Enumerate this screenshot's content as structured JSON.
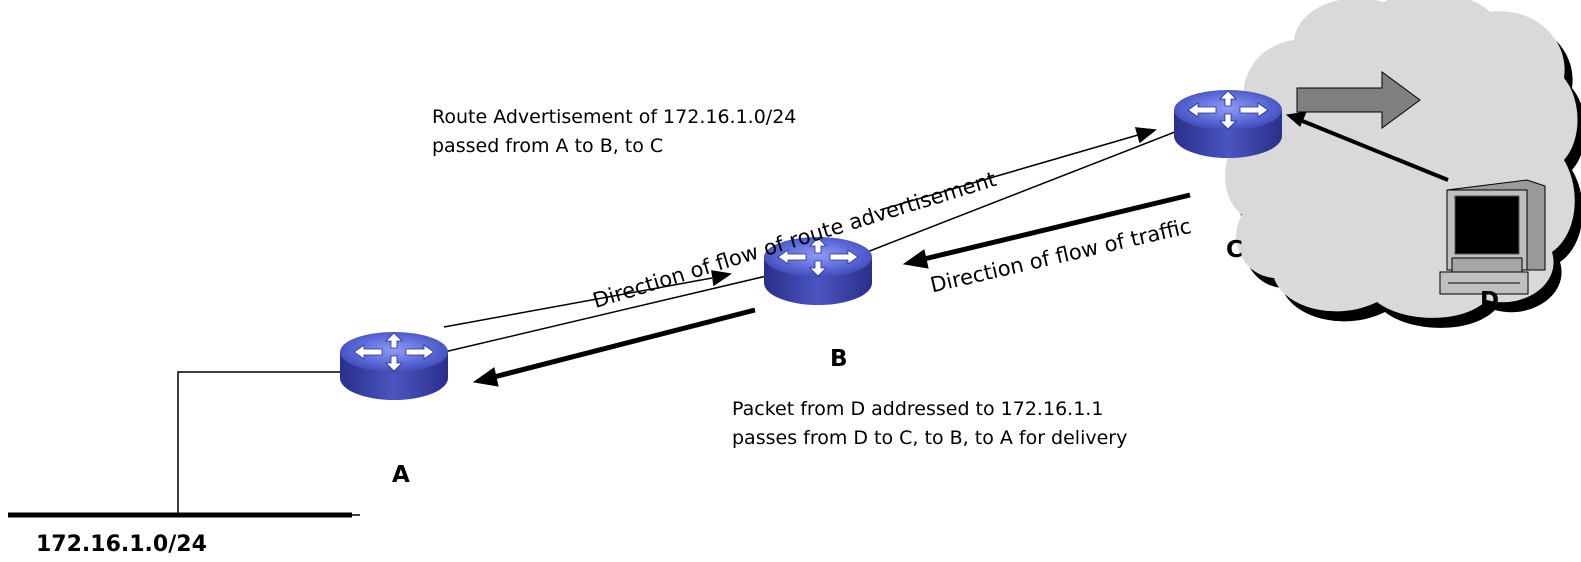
{
  "nodes": {
    "a": "A",
    "b": "B",
    "c": "C",
    "d": "D"
  },
  "network": {
    "prefix": "172.16.1.0/24"
  },
  "labels": {
    "advert_line1": "Route Advertisement of 172.16.1.0/24",
    "advert_line2": "passed from A to B, to C",
    "packet_line1": "Packet from D addressed to 172.16.1.1",
    "packet_line2": "passes from D to C, to B, to A for delivery",
    "flow_advertisement": "Direction of flow of route advertisement",
    "flow_traffic": "Direction of flow of traffic"
  },
  "colors": {
    "router_body": "#5a68d8",
    "router_dark": "#2a2f8a",
    "cloud_fill": "#d9d9d9",
    "cloud_shadow": "#000000",
    "computer_body": "#bfbfbf",
    "arrow_fill": "#808080"
  },
  "icons": {
    "router": "router-icon",
    "cloud": "cloud-icon",
    "computer": "computer-icon"
  }
}
